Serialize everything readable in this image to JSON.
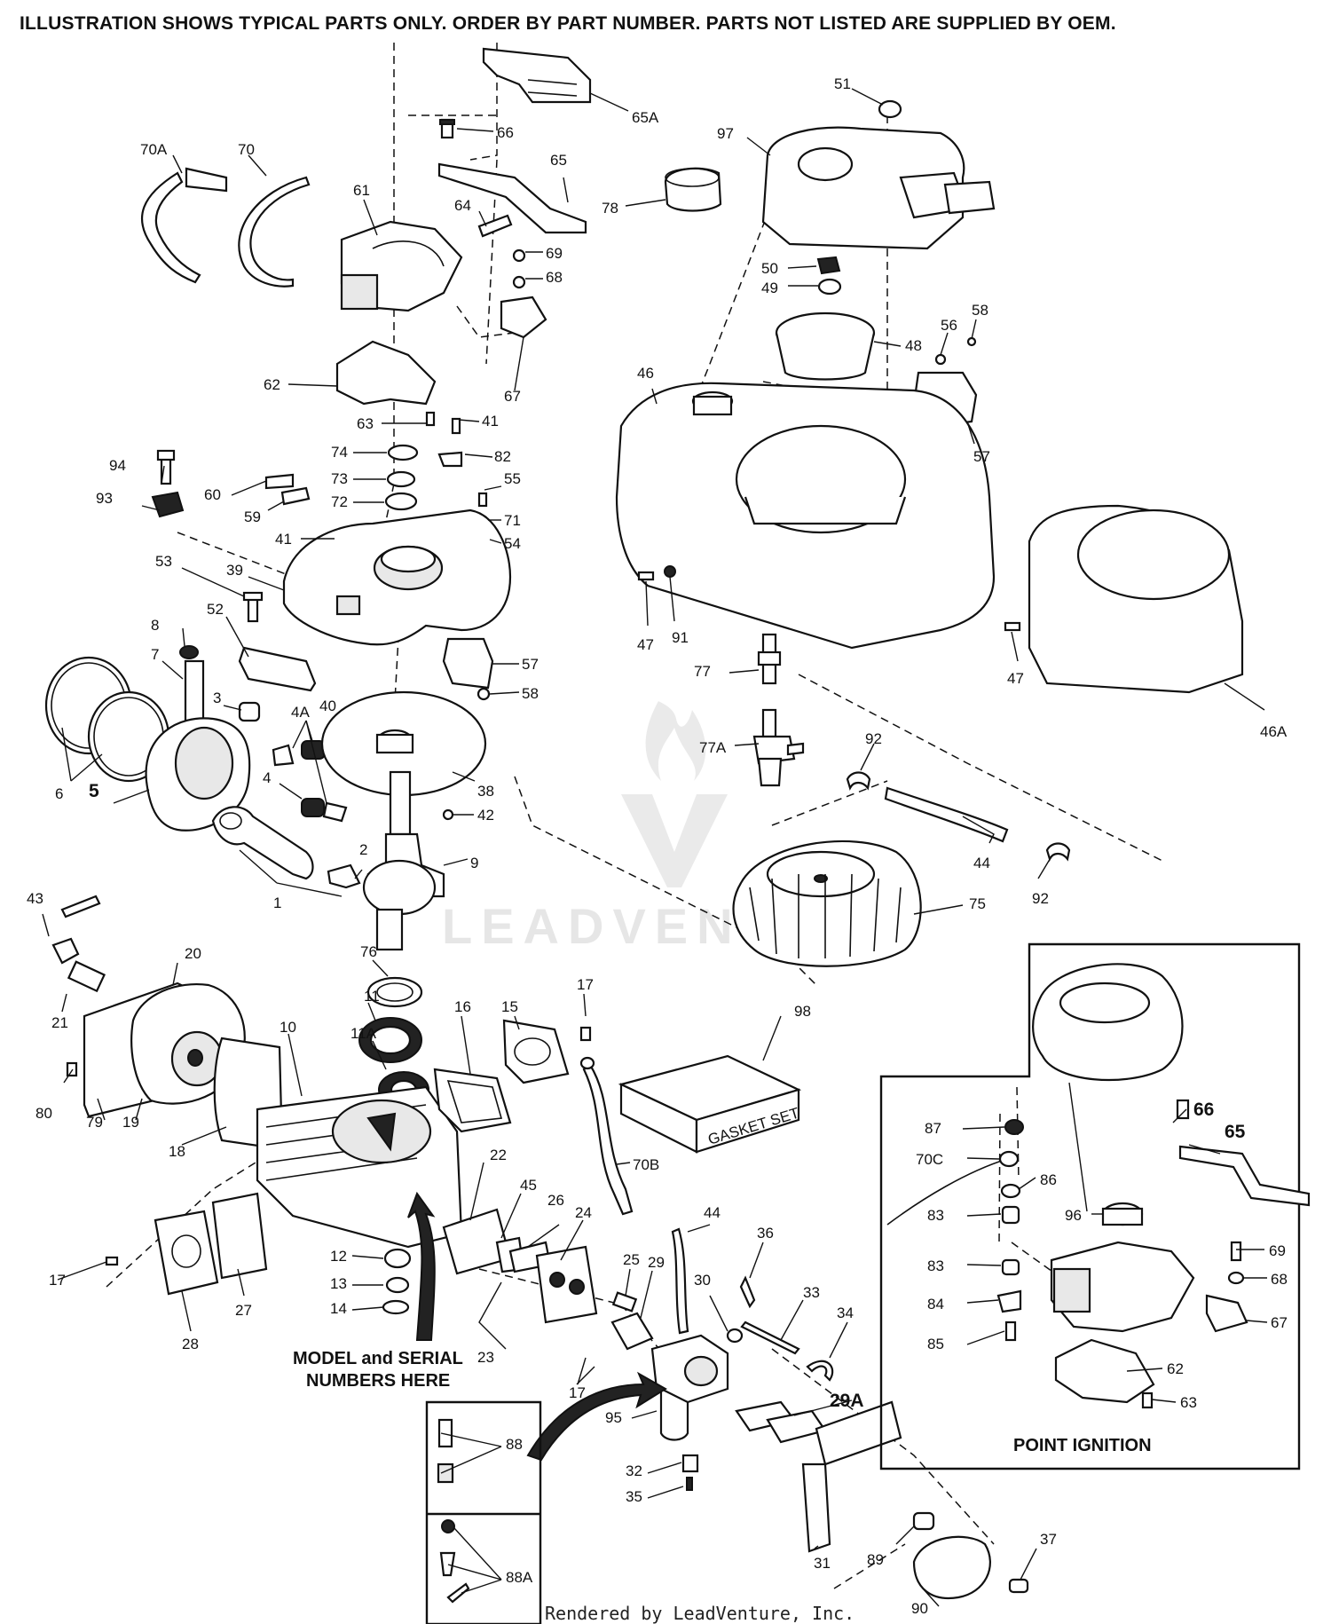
{
  "header": "ILLUSTRATION SHOWS TYPICAL PARTS ONLY. ORDER BY PART NUMBER. PARTS NOT LISTED ARE SUPPLIED BY OEM.",
  "footer": "Rendered by LeadVenture, Inc.",
  "watermark": "LEADVENTURE",
  "model_note": [
    "MODEL and SERIAL",
    "NUMBERS HERE"
  ],
  "inset_title": "POINT IGNITION",
  "labels": {
    "65A": "65A",
    "66": "66",
    "65": "65",
    "70A": "70A",
    "70": "70",
    "61": "61",
    "64": "64",
    "69": "69",
    "68": "68",
    "62": "62",
    "67": "67",
    "63": "63",
    "41a": "41",
    "74": "74",
    "82": "82",
    "94": "94",
    "60": "60",
    "73": "73",
    "55": "55",
    "93": "93",
    "59": "59",
    "72": "72",
    "71": "71",
    "41b": "41",
    "54": "54",
    "53": "53",
    "39": "39",
    "52": "52",
    "8": "8",
    "7": "7",
    "57b": "57",
    "58b": "58",
    "3": "3",
    "4A": "4A",
    "40": "40",
    "4": "4",
    "6": "6",
    "5": "5",
    "38": "38",
    "42": "42",
    "2": "2",
    "9": "9",
    "1": "1",
    "43": "43",
    "76": "76",
    "20": "20",
    "11": "11",
    "11A": "11A",
    "21": "21",
    "10": "10",
    "16": "16",
    "15": "15",
    "17a": "17",
    "80": "80",
    "79": "79",
    "19": "19",
    "18": "18",
    "70B": "70B",
    "22": "22",
    "45": "45",
    "26": "26",
    "24": "24",
    "17b": "17",
    "12": "12",
    "13": "13",
    "14": "14",
    "27": "27",
    "28": "28",
    "25": "25",
    "29": "29",
    "23": "23",
    "17c": "17",
    "44b": "44",
    "36": "36",
    "30": "30",
    "33": "33",
    "34": "34",
    "29A": "29A",
    "95": "95",
    "88": "88",
    "32": "32",
    "35": "35",
    "88A": "88A",
    "31": "31",
    "89": "89",
    "37": "37",
    "90": "90",
    "51": "51",
    "97": "97",
    "78": "78",
    "50": "50",
    "49": "49",
    "48": "48",
    "56": "56",
    "58a": "58",
    "46": "46",
    "57a": "57",
    "47a": "47",
    "91": "91",
    "77": "77",
    "47b": "47",
    "46A": "46A",
    "77A": "77A",
    "92a": "92",
    "44a": "44",
    "92b": "92",
    "75": "75",
    "98": "98",
    "i66": "66",
    "i65": "65",
    "i87": "87",
    "i70C": "70C",
    "i86": "86",
    "i83a": "83",
    "i96": "96",
    "i69": "69",
    "i83b": "83",
    "i68": "68",
    "i84": "84",
    "i67": "67",
    "i85": "85",
    "i62": "62",
    "i63": "63"
  },
  "gasket_set_label": "GASKET SET"
}
